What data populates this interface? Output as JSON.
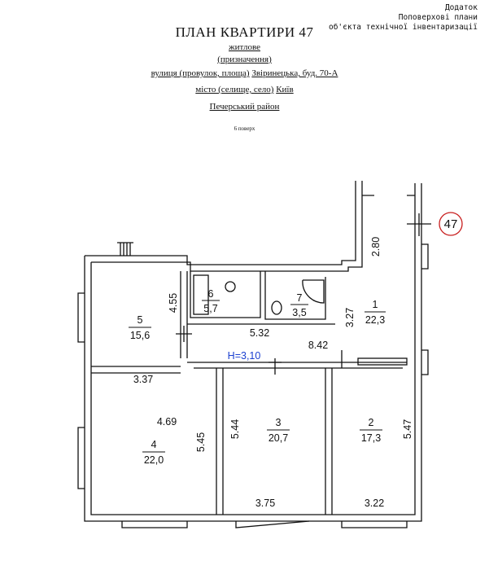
{
  "header": {
    "corner_lines": [
      "Додаток",
      "Поповерхові плани",
      "об'єкта технічної інвентаризації"
    ],
    "title": "ПЛАН КВАРТИРИ 47",
    "purpose_value": "житлове",
    "purpose_caption": "(призначення)",
    "street_caption": "вулиця (провулок, площа)",
    "street_value": "Звіринецька, буд. 70-А",
    "city_caption": "місто (селище, село)",
    "city_value": "Київ",
    "district_value": "Печерський район",
    "floor_note": "6 поверх"
  },
  "plan": {
    "apartment_number": "47",
    "ceiling_height": "H=3,10",
    "rooms": [
      {
        "number": "1",
        "area": "22,3"
      },
      {
        "number": "2",
        "area": "17,3"
      },
      {
        "number": "3",
        "area": "20,7"
      },
      {
        "number": "4",
        "area": "22,0"
      },
      {
        "number": "5",
        "area": "15,6"
      },
      {
        "number": "6",
        "area": "5,7"
      },
      {
        "number": "7",
        "area": "3,5"
      }
    ],
    "dimensions": {
      "d_2_80": "2.80",
      "d_4_55": "4.55",
      "d_3_27": "3.27",
      "d_5_32": "5.32",
      "d_8_42": "8.42",
      "d_3_37": "3.37",
      "d_4_69": "4.69",
      "d_5_45": "5.45",
      "d_5_44": "5.44",
      "d_5_47": "5.47",
      "d_3_75": "3.75",
      "d_3_22": "3.22"
    }
  }
}
